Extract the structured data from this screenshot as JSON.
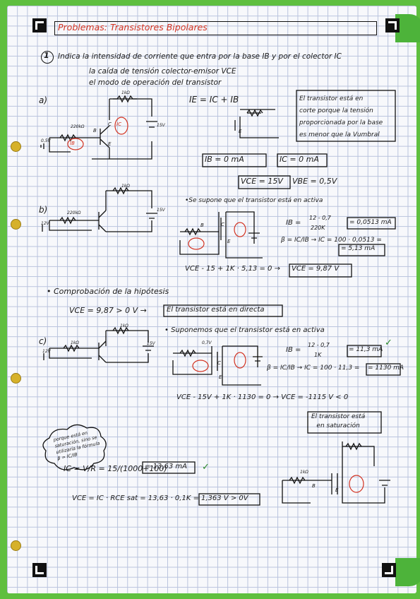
{
  "title": "Problemas: Transistores Bipolares",
  "problem": {
    "number": "1",
    "line1": "Indica la intensidad de corriente que entra por la base IB y por el colector IC",
    "line2": "la caída de tensión colector-emisor VCE",
    "line3": "el modo de operación del transistor"
  },
  "parts": {
    "a": "a)",
    "b": "b)",
    "c": "c)"
  },
  "circuit_a": {
    "rc": "1kΩ",
    "rb": "220kΩ",
    "vb": "0,5V",
    "vc": "15V",
    "b": "B",
    "c": "C",
    "e": "E",
    "ic": "IC",
    "ib": "IB"
  },
  "part_a": {
    "eq_ie": "IE = IC + IB",
    "note1": "El transistor está en",
    "note2": "corte porque la tensión",
    "note3": "proporcionada por la base",
    "note4": "es menor que la Vumbral",
    "ib": "IB = 0 mA",
    "ic": "IC = 0 mA",
    "vce": "VCE = 15V",
    "vbe": "VBE = 0,5V",
    "small_e": "E"
  },
  "circuit_b": {
    "rc": "1kΩ",
    "rb": "220kΩ",
    "vb": "12V",
    "vc": "15V"
  },
  "part_b": {
    "hypothesis": "•Se supone que el transistor está en activa",
    "eq_ib": "IB =",
    "num": "12 - 0,7",
    "den": "220K",
    "ib_val": "= 0,0513 mA",
    "eq_beta": "β = IC/IB → IC = 100 · 0,0513 =",
    "ic_val": "= 5,13 mA",
    "eq_vce": "VCE - 15 + 1K · 5,13 = 0 →",
    "vce_val": "VCE = 9,87 V",
    "b": "B",
    "c": "C",
    "e": "E"
  },
  "verification": {
    "title": "• Comprobación de la hipótesis",
    "eq": "VCE = 9,87 > 0 V →",
    "result": "El transistor está en directa"
  },
  "circuit_c": {
    "rc": "1kΩ",
    "rb": "1kΩ",
    "vb": "12V",
    "vc": "15V"
  },
  "part_c": {
    "hypothesis": "• Suponemos que el transistor está en activa",
    "eq_ib": "IB =",
    "num": "12 - 0,7",
    "den": "1K",
    "ib_val": "= 11,3 mA",
    "check": "✓",
    "eq_ic": "β = IC/IB → IC = 100 · 11,3 =",
    "ic_val": "= 1130 mA",
    "eq_vce": "VCE - 15V + 1K · 1130 = 0 → VCE = -1115 V < 0",
    "sat1": "El transistor está",
    "sat2": "en saturación",
    "v07": "0,7V",
    "c": "C",
    "e": "E"
  },
  "note_cloud": {
    "l1": "porque está en",
    "l2": "saturación, sino se",
    "l3": "utilizaría la fórmula",
    "l4": "β = IC/IB"
  },
  "saturation": {
    "eq_ic": "IC = V/R = 15/(1000+100)",
    "ic_val": "= 13,63 mA",
    "check": "✓",
    "eq_vce": "VCE = IC · RCE sat = 13,63 · 0,1K =",
    "vce_val": "1,363 V > 0V",
    "rb": "1kΩ",
    "b": "B",
    "e": "E"
  }
}
